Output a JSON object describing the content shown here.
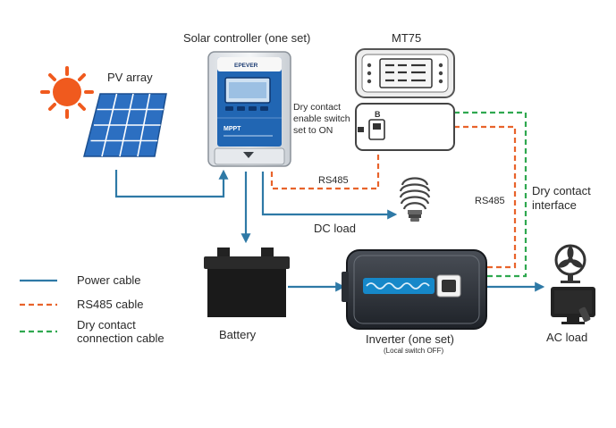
{
  "labels": {
    "pv_array": "PV array",
    "solar_controller": "Solar controller (one set)",
    "mt75": "MT75",
    "dry_contact_enable_l1": "Dry contact",
    "dry_contact_enable_l2": "enable switch",
    "dry_contact_enable_l3": "set to ON",
    "rs485_top": "RS485",
    "rs485_right": "RS485",
    "dry_contact_interface_l1": "Dry contact",
    "dry_contact_interface_l2": "interface",
    "dc_load": "DC load",
    "battery": "Battery",
    "inverter": "Inverter (one set)",
    "inverter_note": "(Local switch OFF)",
    "ac_load": "AC load"
  },
  "legend": [
    {
      "label_l1": "Power cable",
      "label_l2": "",
      "color": "#2e79a6",
      "style": "solid"
    },
    {
      "label_l1": "RS485 cable",
      "label_l2": "",
      "color": "#e8632b",
      "style": "dashed"
    },
    {
      "label_l1": "Dry contact",
      "label_l2": "connection cable",
      "color": "#2fa84f",
      "style": "dashed"
    }
  ],
  "device_text": {
    "controller_brand": "EPEVER",
    "controller_model": "MPPT",
    "switch_letter": "B"
  },
  "colors": {
    "power": "#2e79a6",
    "rs485": "#e8632b",
    "dry_contact": "#2fa84f",
    "sun": "#f05a1e",
    "panel": "#2c6fc1",
    "controller_face": "#2166b3"
  }
}
